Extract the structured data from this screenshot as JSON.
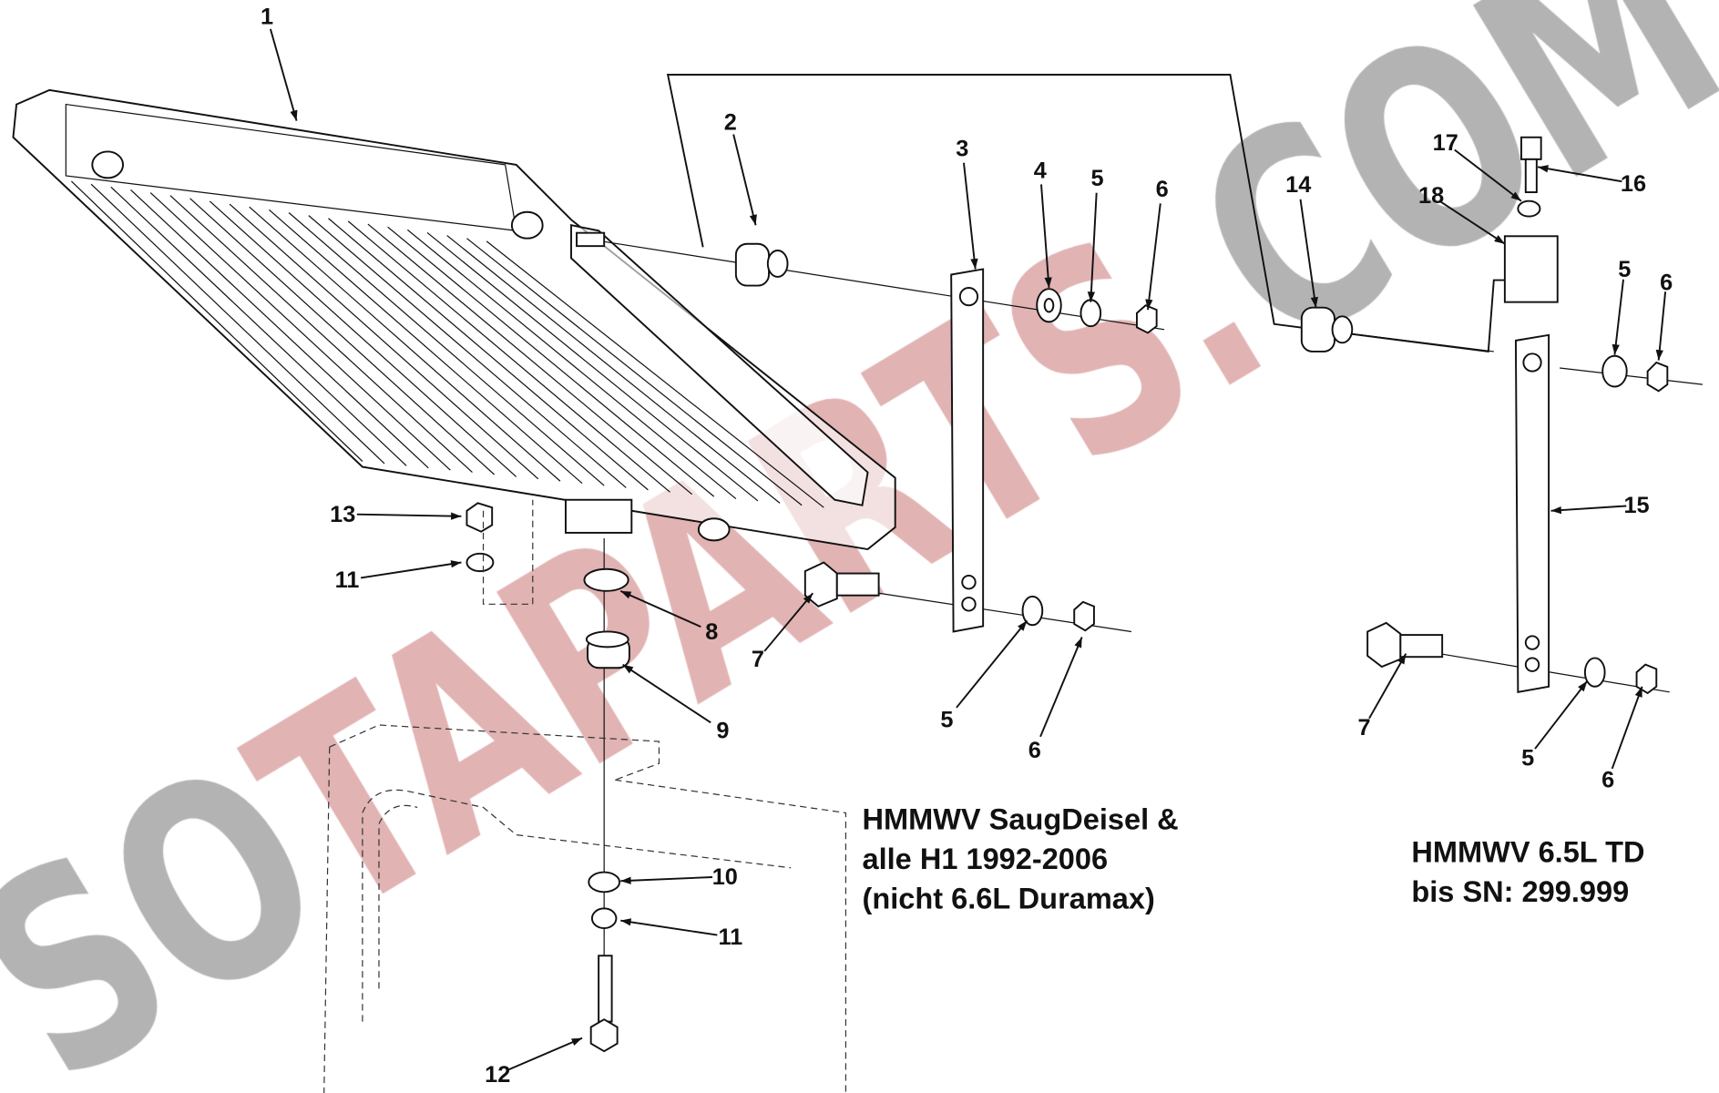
{
  "callouts": [
    "1",
    "2",
    "3",
    "4",
    "5",
    "6",
    "14",
    "17",
    "16",
    "18",
    "5",
    "6",
    "15",
    "13",
    "11",
    "8",
    "9",
    "7",
    "5",
    "6",
    "7",
    "5",
    "6",
    "10",
    "11",
    "12"
  ],
  "captions": {
    "left": [
      "HMMWV SaugDeisel &",
      "alle H1  1992-2006",
      "(nicht 6.6L Duramax)"
    ],
    "right": [
      "HMMWV 6.5L TD",
      "bis SN: 299.999"
    ]
  },
  "watermark": {
    "part1": "SO",
    "part2": "TAPARTS.",
    "part3": "COM",
    "gray": "#9a9a9a",
    "pink": "#d79a9a"
  }
}
